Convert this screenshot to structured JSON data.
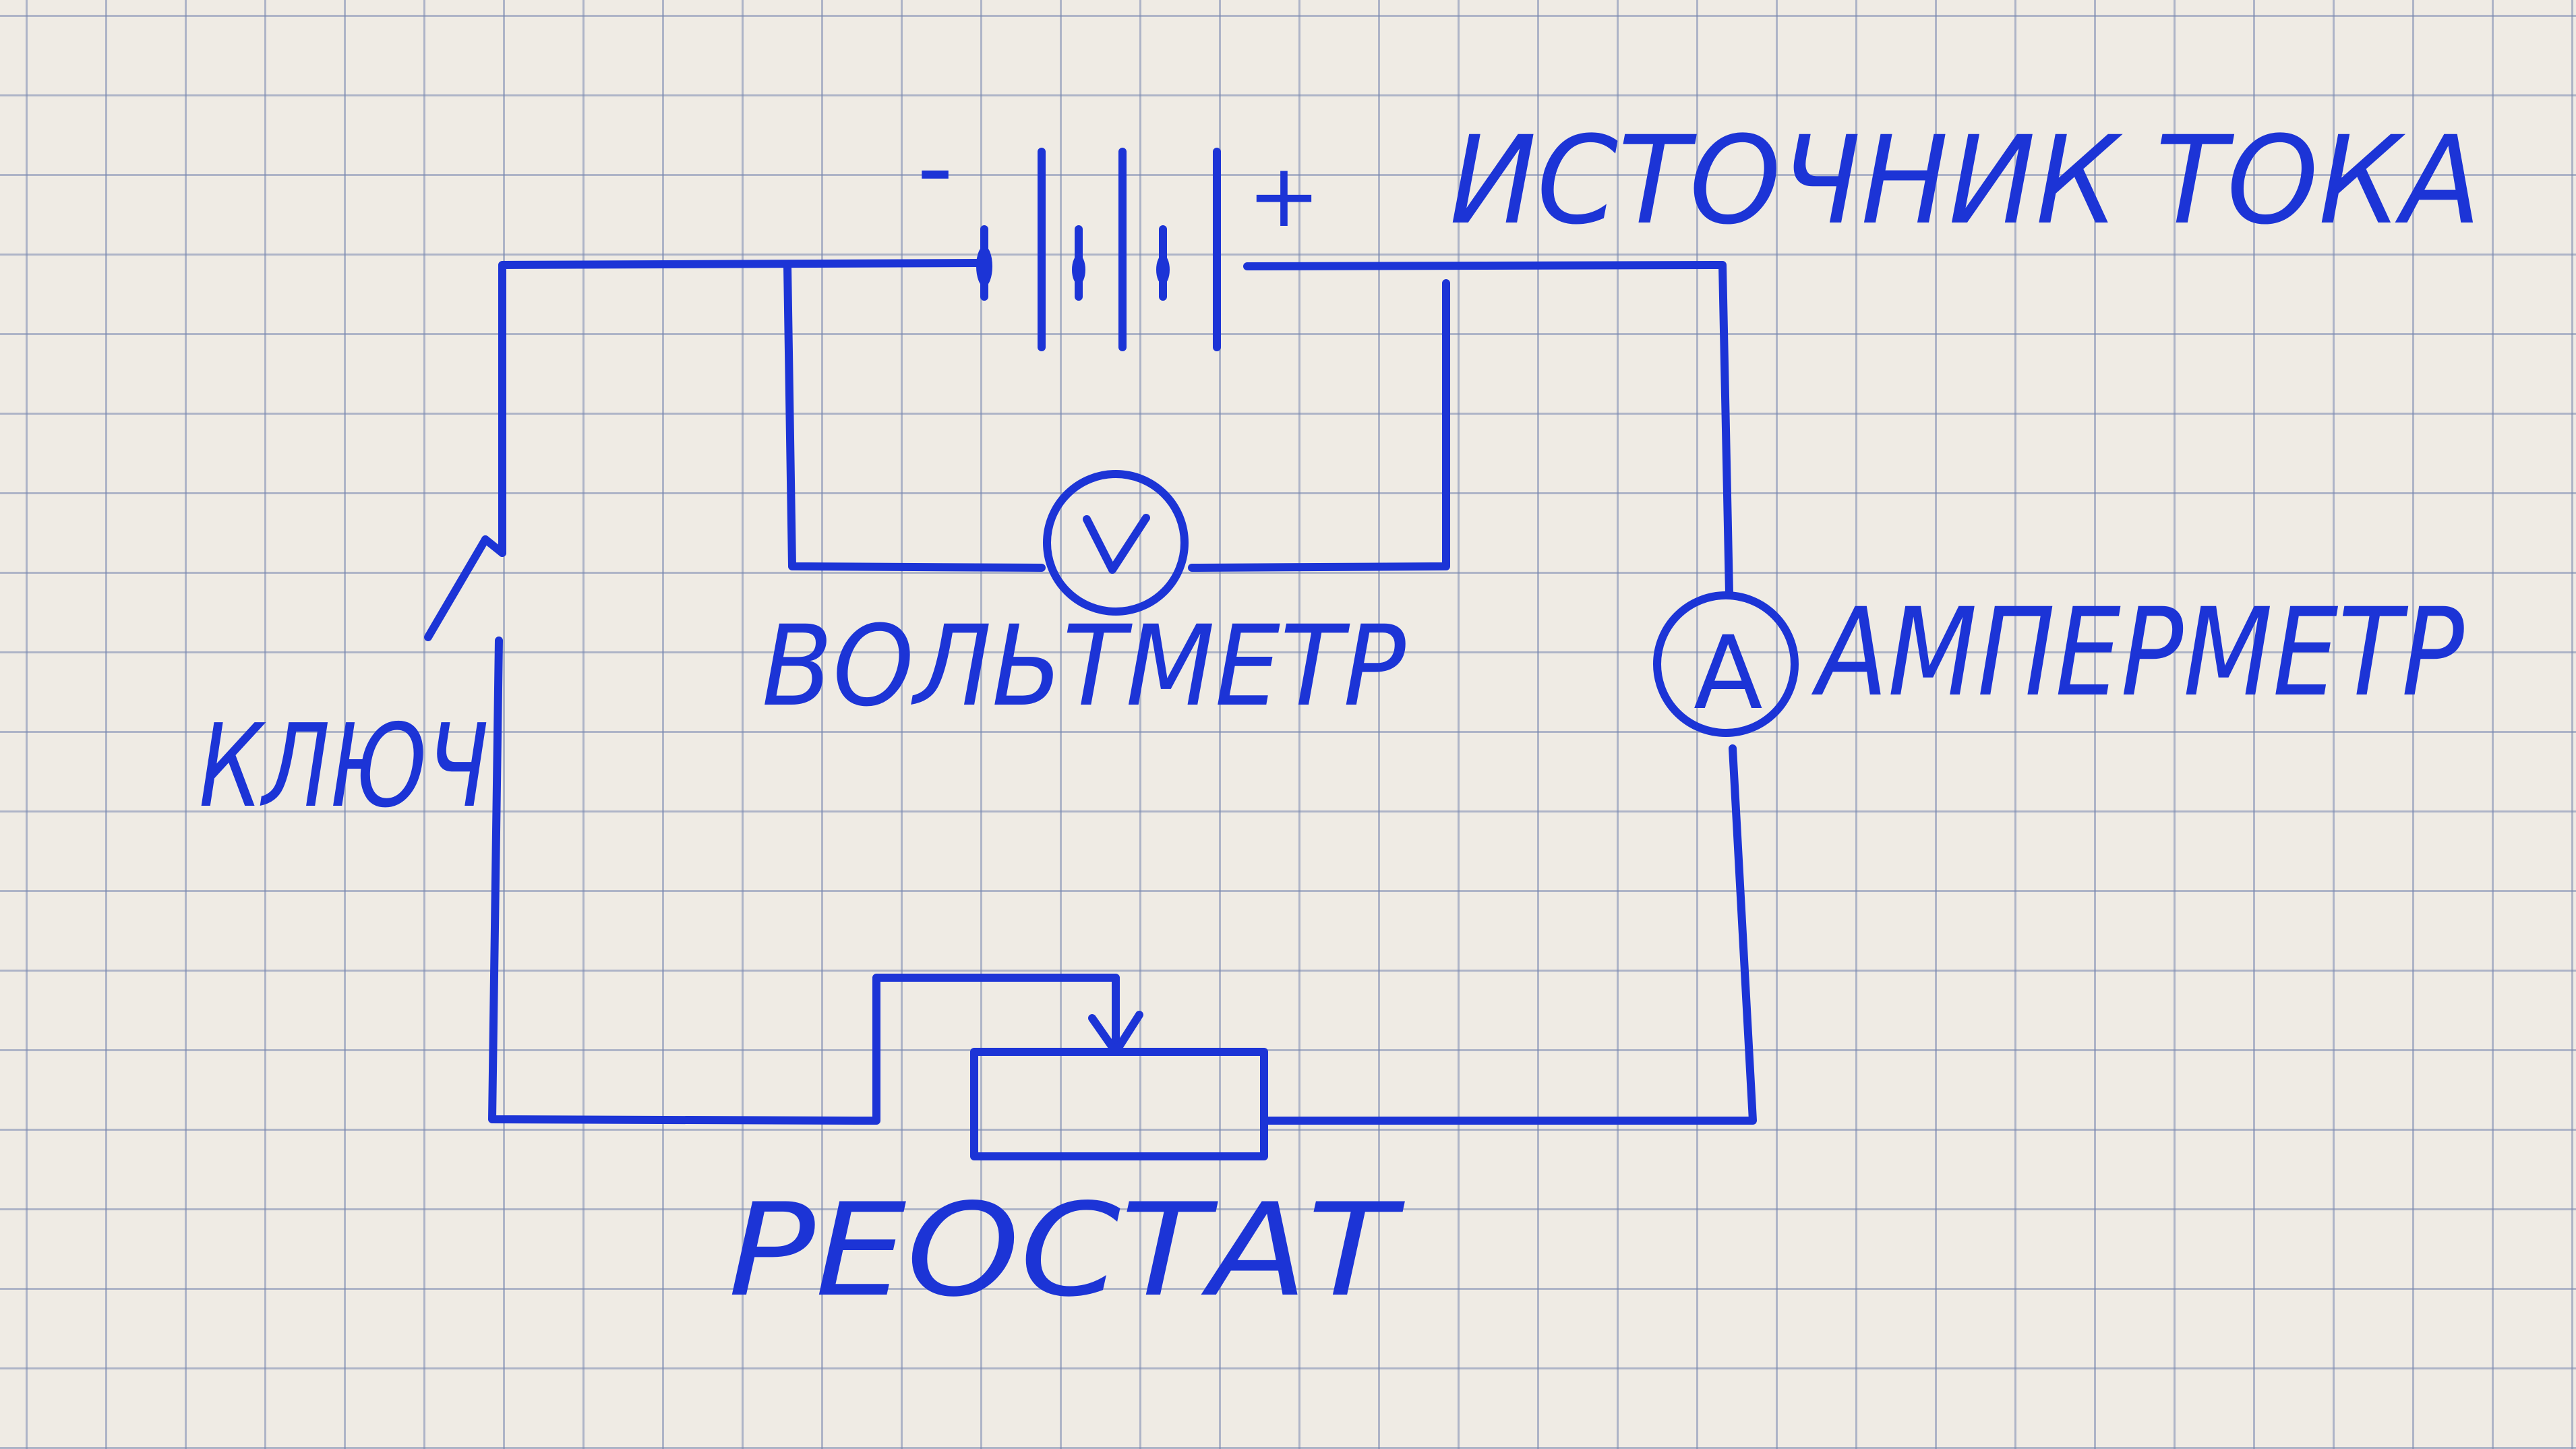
{
  "labels": {
    "source": "ИСТОЧНИК ТОКА",
    "voltmeter": "ВОЛЬТМЕТР",
    "ammeter": "АМПЕРМЕТР",
    "key": "КЛЮЧ",
    "rheostat": "РЕОСТАТ"
  },
  "symbols": {
    "minus": "-",
    "plus": "+",
    "voltmeter_letter": "V",
    "ammeter_letter": "A"
  },
  "colors": {
    "ink": "#1c34d6",
    "paper": "#efebe4",
    "grid": "#7887af"
  }
}
